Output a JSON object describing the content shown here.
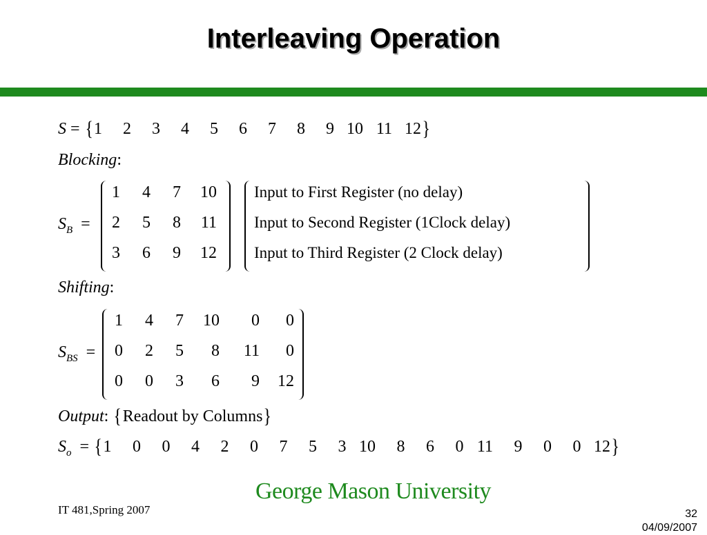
{
  "slide": {
    "title": "Interleaving Operation",
    "university": "George Mason University",
    "course": "IT 481,Spring 2007",
    "page_number": "32",
    "date": "04/09/2007"
  },
  "math": {
    "S_label": "S",
    "eq": "=",
    "S_seq": [
      "1",
      "2",
      "3",
      "4",
      "5",
      "6",
      "7",
      "8",
      "9",
      "10",
      "11",
      "12"
    ],
    "blocking_label": "Blocking",
    "colon": ":",
    "SB_label": "S",
    "SB_sub": "B",
    "SB_rows": [
      [
        "1",
        "4",
        "7",
        "10"
      ],
      [
        "2",
        "5",
        "8",
        "11"
      ],
      [
        "3",
        "6",
        "9",
        "12"
      ]
    ],
    "SB_notes": [
      "Input to First Register (no delay)",
      "Input to Second Register (1Clock delay)",
      "Input to Third Register (2 Clock delay)"
    ],
    "shifting_label": "Shifting",
    "SBS_label": "S",
    "SBS_sub": "BS",
    "SBS_rows": [
      [
        "1",
        "4",
        "7",
        "10",
        "0",
        "0"
      ],
      [
        "0",
        "2",
        "5",
        "8",
        "11",
        "0"
      ],
      [
        "0",
        "0",
        "3",
        "6",
        "9",
        "12"
      ]
    ],
    "output_label": "Output",
    "output_desc": "Readout by Columns",
    "So_label": "S",
    "So_sub": "o",
    "So_seq": [
      "1",
      "0",
      "0",
      "4",
      "2",
      "0",
      "7",
      "5",
      "3",
      "10",
      "8",
      "6",
      "0",
      "11",
      "9",
      "0",
      "0",
      "12"
    ]
  }
}
